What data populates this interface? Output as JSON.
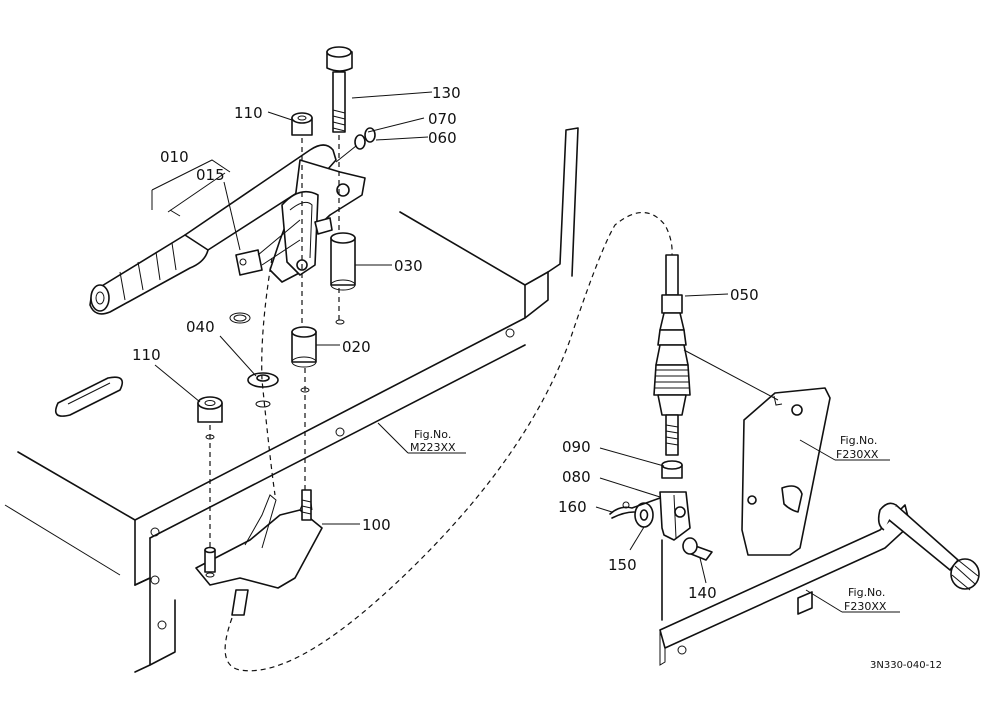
{
  "parts": {
    "p010": "010",
    "p015": "015",
    "p020": "020",
    "p030": "030",
    "p040": "040",
    "p050": "050",
    "p060": "060",
    "p070": "070",
    "p080": "080",
    "p090": "090",
    "p100": "100",
    "p110a": "110",
    "p110b": "110",
    "p130": "130",
    "p140": "140",
    "p150": "150",
    "p160": "160"
  },
  "figure_refs": {
    "m223_line1": "Fig.No.",
    "m223_line2": "M223XX",
    "f230a_line1": "Fig.No.",
    "f230a_line2": "F230XX",
    "f230b_line1": "Fig.No.",
    "f230b_line2": "F230XX"
  },
  "drawing_code": "3N330-040-12"
}
